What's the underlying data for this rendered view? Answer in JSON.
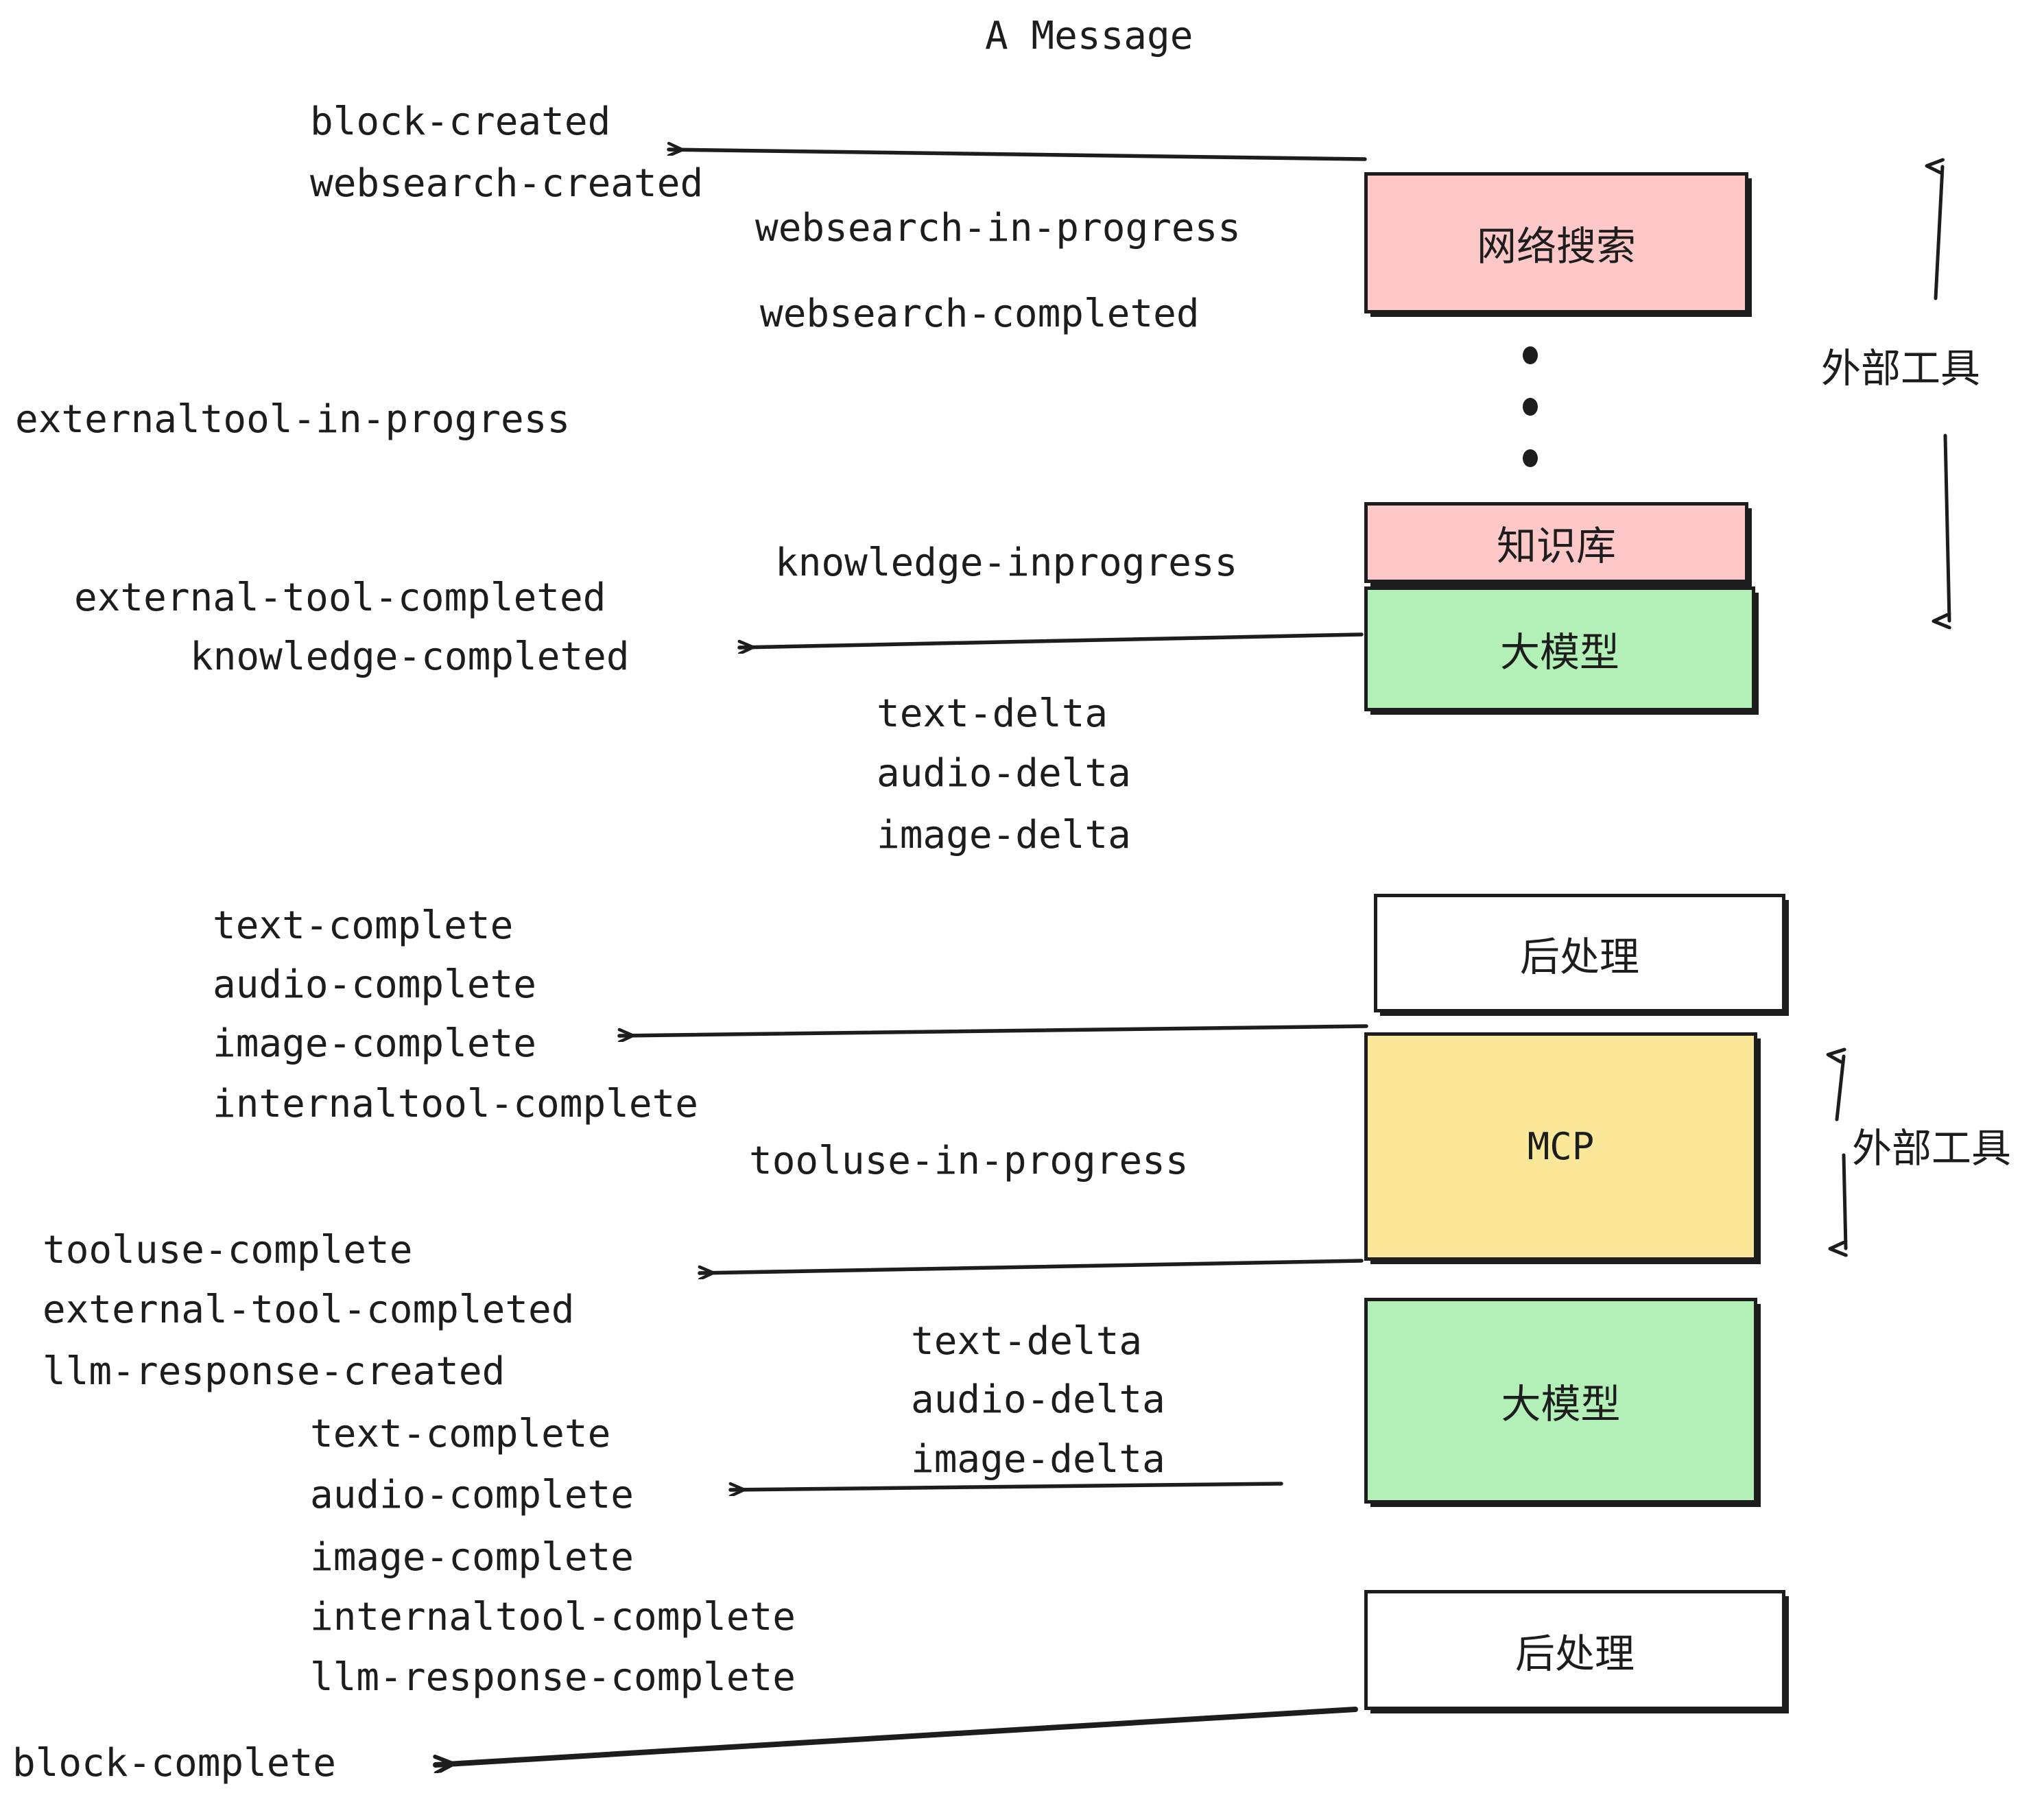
{
  "title": "A Message",
  "colors": {
    "pink": "#FFC8C8",
    "green": "#B2F0B8",
    "yellow": "#FAE79A",
    "white": "#FFFFFF",
    "stroke": "#1D1D1D",
    "background": "#FFFFFF"
  },
  "nodes": [
    {
      "id": "websearch",
      "label": "网络搜索",
      "fill": "pink",
      "mono": false
    },
    {
      "id": "knowledge",
      "label": "知识库",
      "fill": "pink",
      "mono": false
    },
    {
      "id": "llm-1",
      "label": "大模型",
      "fill": "green",
      "mono": false
    },
    {
      "id": "postproc-1",
      "label": "后处理",
      "fill": "white",
      "mono": false
    },
    {
      "id": "mcp",
      "label": "MCP",
      "fill": "yellow",
      "mono": true
    },
    {
      "id": "llm-2",
      "label": "大模型",
      "fill": "green",
      "mono": false
    },
    {
      "id": "postproc-2",
      "label": "后处理",
      "fill": "white",
      "mono": false
    }
  ],
  "side_labels": [
    {
      "id": "external-tools-top",
      "text": "外部工具"
    },
    {
      "id": "external-tools-bottom",
      "text": "外部工具"
    }
  ],
  "events": [
    {
      "id": "block-created",
      "text": "block-created"
    },
    {
      "id": "websearch-created",
      "text": "websearch-created"
    },
    {
      "id": "websearch-in-progress",
      "text": "websearch-in-progress"
    },
    {
      "id": "websearch-completed",
      "text": "websearch-completed"
    },
    {
      "id": "externaltool-in-progress",
      "text": "externaltool-in-progress"
    },
    {
      "id": "knowledge-inprogress",
      "text": "knowledge-inprogress"
    },
    {
      "id": "external-tool-completed-1",
      "text": "external-tool-completed"
    },
    {
      "id": "knowledge-completed",
      "text": "knowledge-completed"
    },
    {
      "id": "text-delta-1",
      "text": "text-delta"
    },
    {
      "id": "audio-delta-1",
      "text": "audio-delta"
    },
    {
      "id": "image-delta-1",
      "text": "image-delta"
    },
    {
      "id": "text-complete-1",
      "text": "text-complete"
    },
    {
      "id": "audio-complete-1",
      "text": "audio-complete"
    },
    {
      "id": "image-complete-1",
      "text": "image-complete"
    },
    {
      "id": "internaltool-complete-1",
      "text": "internaltool-complete"
    },
    {
      "id": "tooluse-in-progress",
      "text": "tooluse-in-progress"
    },
    {
      "id": "tooluse-complete",
      "text": "tooluse-complete"
    },
    {
      "id": "external-tool-completed-2",
      "text": "external-tool-completed"
    },
    {
      "id": "llm-response-created",
      "text": "llm-response-created"
    },
    {
      "id": "text-delta-2",
      "text": "text-delta"
    },
    {
      "id": "audio-delta-2",
      "text": "audio-delta"
    },
    {
      "id": "image-delta-2",
      "text": "image-delta"
    },
    {
      "id": "text-complete-2",
      "text": "text-complete"
    },
    {
      "id": "audio-complete-2",
      "text": "audio-complete"
    },
    {
      "id": "image-complete-2",
      "text": "image-complete"
    },
    {
      "id": "internaltool-complete-2",
      "text": "internaltool-complete"
    },
    {
      "id": "llm-response-complete",
      "text": "llm-response-complete"
    },
    {
      "id": "block-complete",
      "text": "block-complete"
    }
  ]
}
